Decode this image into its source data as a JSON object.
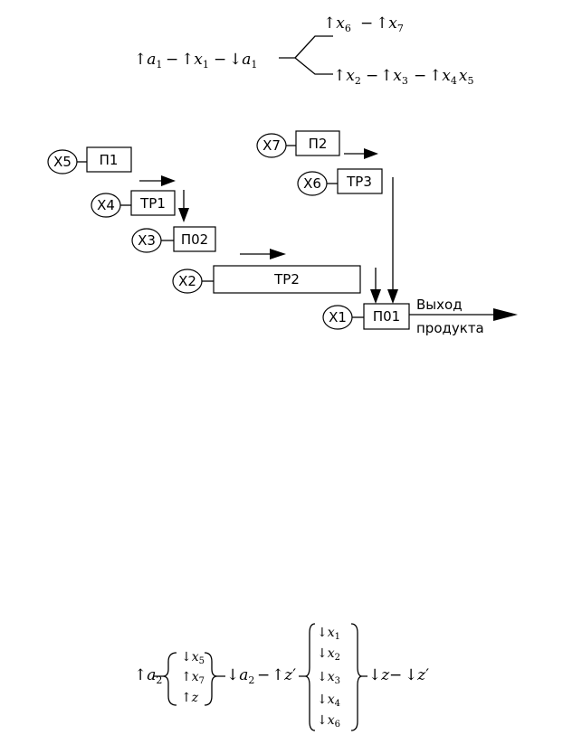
{
  "formula_top": {
    "left": [
      {
        "arrow": "↑",
        "sym": "a",
        "sub": "1"
      },
      {
        "arrow": "↑",
        "sym": "x",
        "sub": "1"
      },
      {
        "arrow": "↓",
        "sym": "a",
        "sub": "1"
      }
    ],
    "branch_upper": [
      {
        "arrow": "↑",
        "sym": "x",
        "sub": "6"
      },
      {
        "arrow": "↑",
        "sym": "x",
        "sub": "7"
      }
    ],
    "branch_lower": [
      {
        "arrow": "↑",
        "sym": "x",
        "sub": "2"
      },
      {
        "arrow": "↑",
        "sym": "x",
        "sub": "3"
      },
      {
        "arrow": "↑",
        "sym": "x",
        "sub": "4"
      }
    ],
    "branch_lower_tail": {
      "sym": "x",
      "sub": "5"
    },
    "separator": "−"
  },
  "diagram": {
    "nodes": [
      {
        "circle": "X5",
        "box": "П1"
      },
      {
        "circle": "X4",
        "box": "ТР1"
      },
      {
        "circle": "X3",
        "box": "П02"
      },
      {
        "circle": "X2",
        "box": "ТР2"
      },
      {
        "circle": "X1",
        "box": "П01"
      },
      {
        "circle": "X7",
        "box": "П2"
      },
      {
        "circle": "X6",
        "box": "ТР3"
      }
    ],
    "output_label_line1": "Выход",
    "output_label_line2": "продукта"
  },
  "formula_bottom": {
    "start": {
      "arrow": "↑",
      "sym": "a",
      "sub": "2"
    },
    "group1": [
      {
        "arrow": "↓",
        "sym": "x",
        "sub": "5"
      },
      {
        "arrow": "↑",
        "sym": "x",
        "sub": "7"
      },
      {
        "arrow": "↑",
        "sym": "z",
        "sub": ""
      }
    ],
    "mid": [
      {
        "arrow": "↓",
        "sym": "a",
        "sub": "2"
      },
      {
        "arrow": "↑",
        "sym": "z",
        "prime": "′"
      }
    ],
    "group2": [
      {
        "arrow": "↓",
        "sym": "x",
        "sub": "1"
      },
      {
        "arrow": "↓",
        "sym": "x",
        "sub": "2"
      },
      {
        "arrow": "↓",
        "sym": "x",
        "sub": "3"
      },
      {
        "arrow": "↓",
        "sym": "x",
        "sub": "4"
      },
      {
        "arrow": "↓",
        "sym": "x",
        "sub": "6"
      }
    ],
    "end": [
      {
        "arrow": "↓",
        "sym": "z",
        "prime": ""
      },
      {
        "arrow": "↓",
        "sym": "z",
        "prime": "′"
      }
    ],
    "separator": "−"
  }
}
